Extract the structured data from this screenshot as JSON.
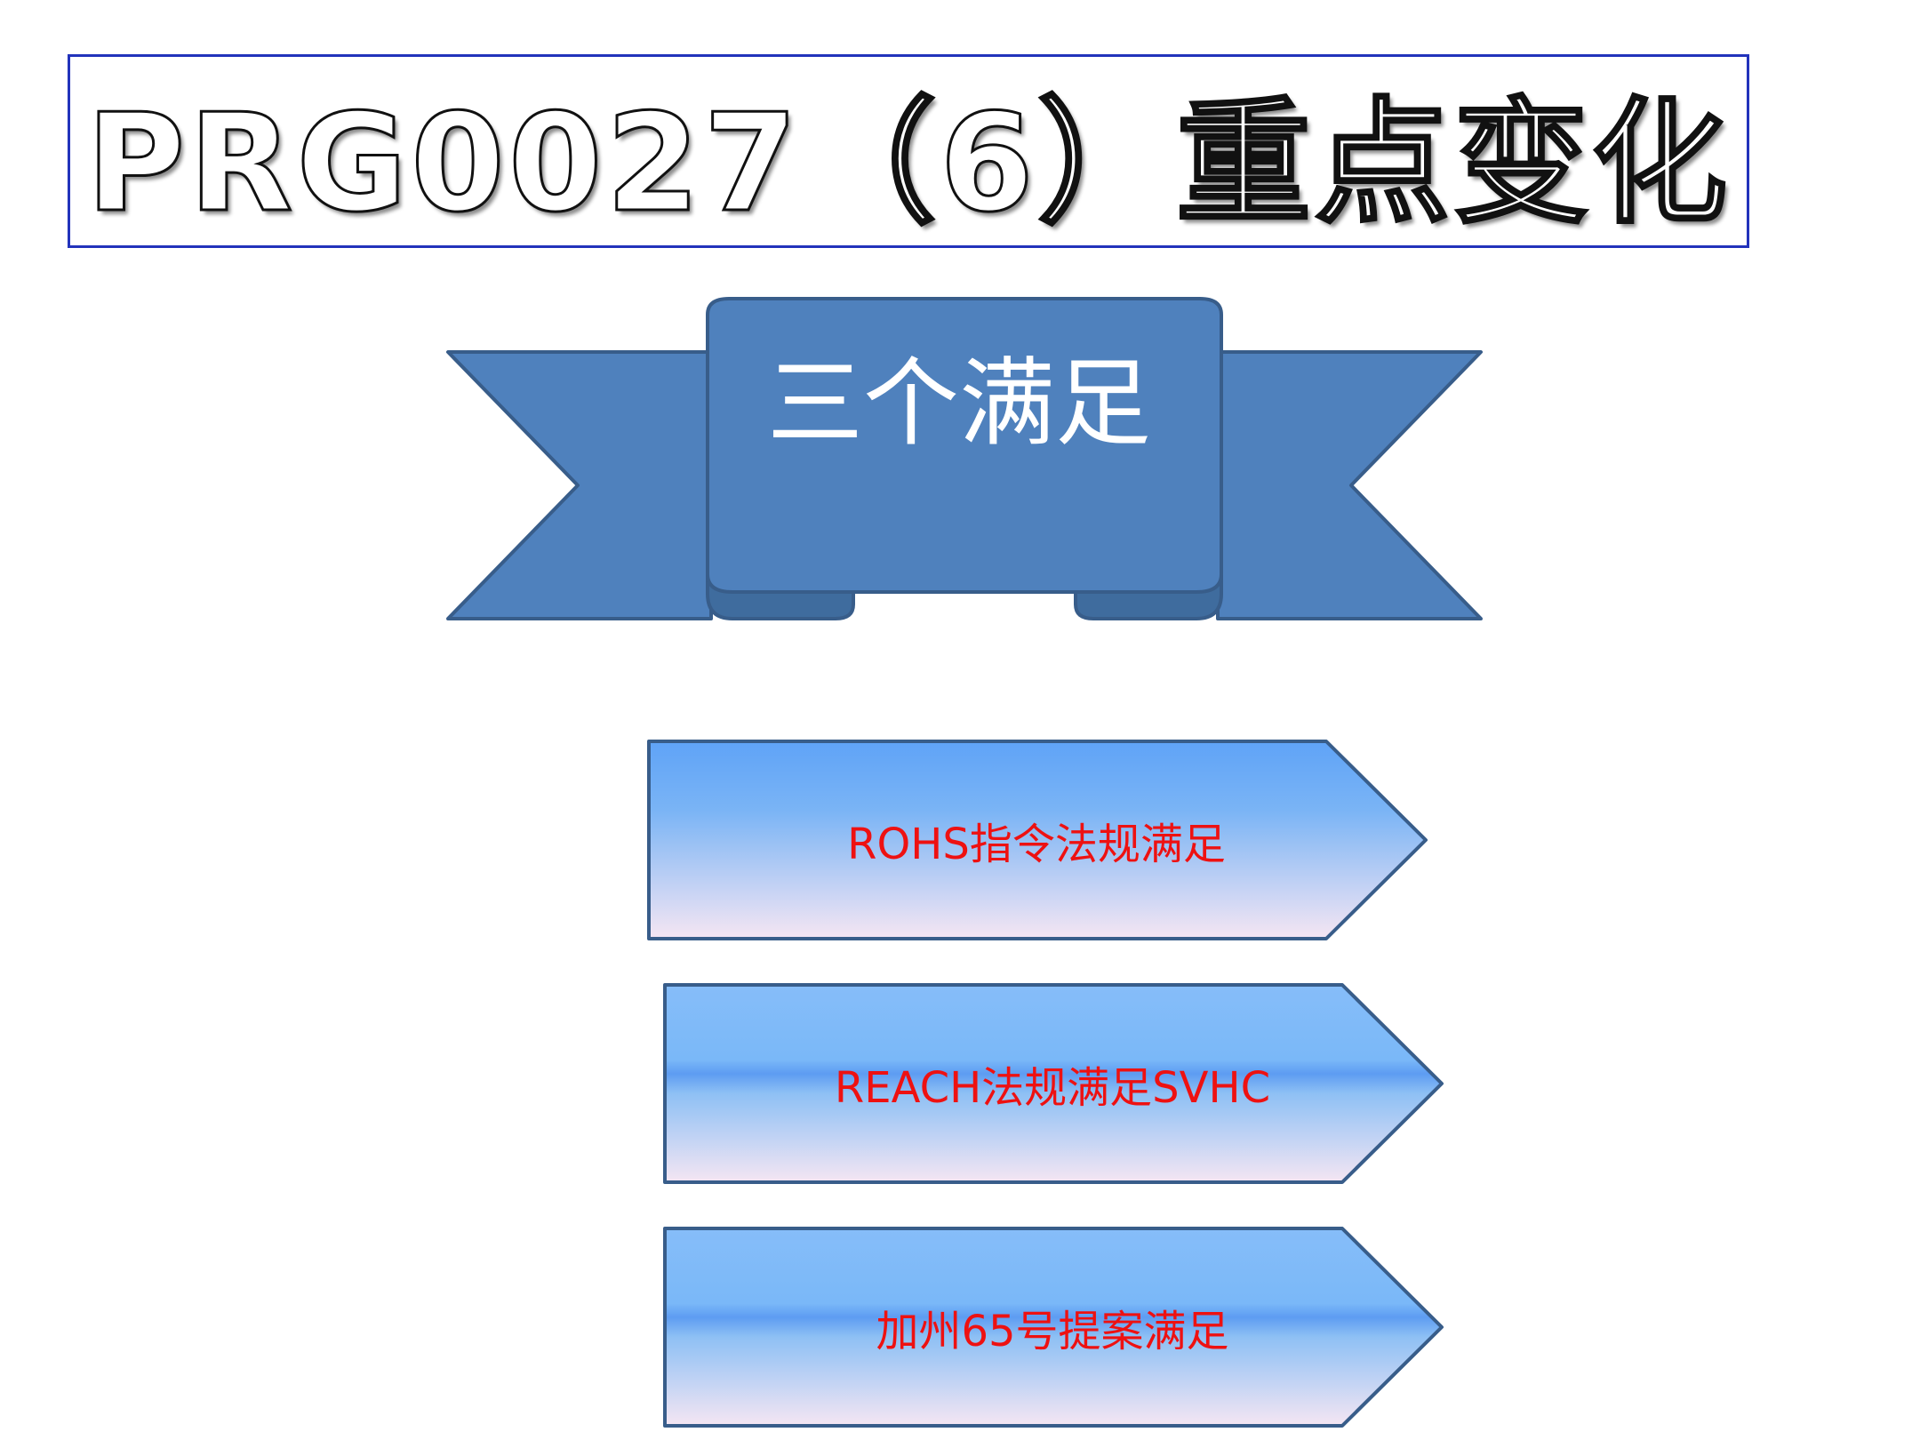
{
  "title": "PRG0027（6）重点变化",
  "banner": {
    "label": "三个满足",
    "fill_color": "#4f81bd",
    "fold_color": "#3f6c9e",
    "stroke_color": "#385d8a"
  },
  "items": [
    {
      "label": "ROHS指令法规满足",
      "style": "gradient-top"
    },
    {
      "label": "REACH法规满足SVHC",
      "style": "gradient-middle"
    },
    {
      "label": "加州65号提案满足",
      "style": "gradient-middle"
    }
  ],
  "colors": {
    "title_border": "#2233bb",
    "item_text": "#ee1111",
    "arrow_stroke": "#385d8a",
    "arrow_gradient_top": "#5fa3f7",
    "arrow_gradient_bottom": "#f5e6f3"
  }
}
